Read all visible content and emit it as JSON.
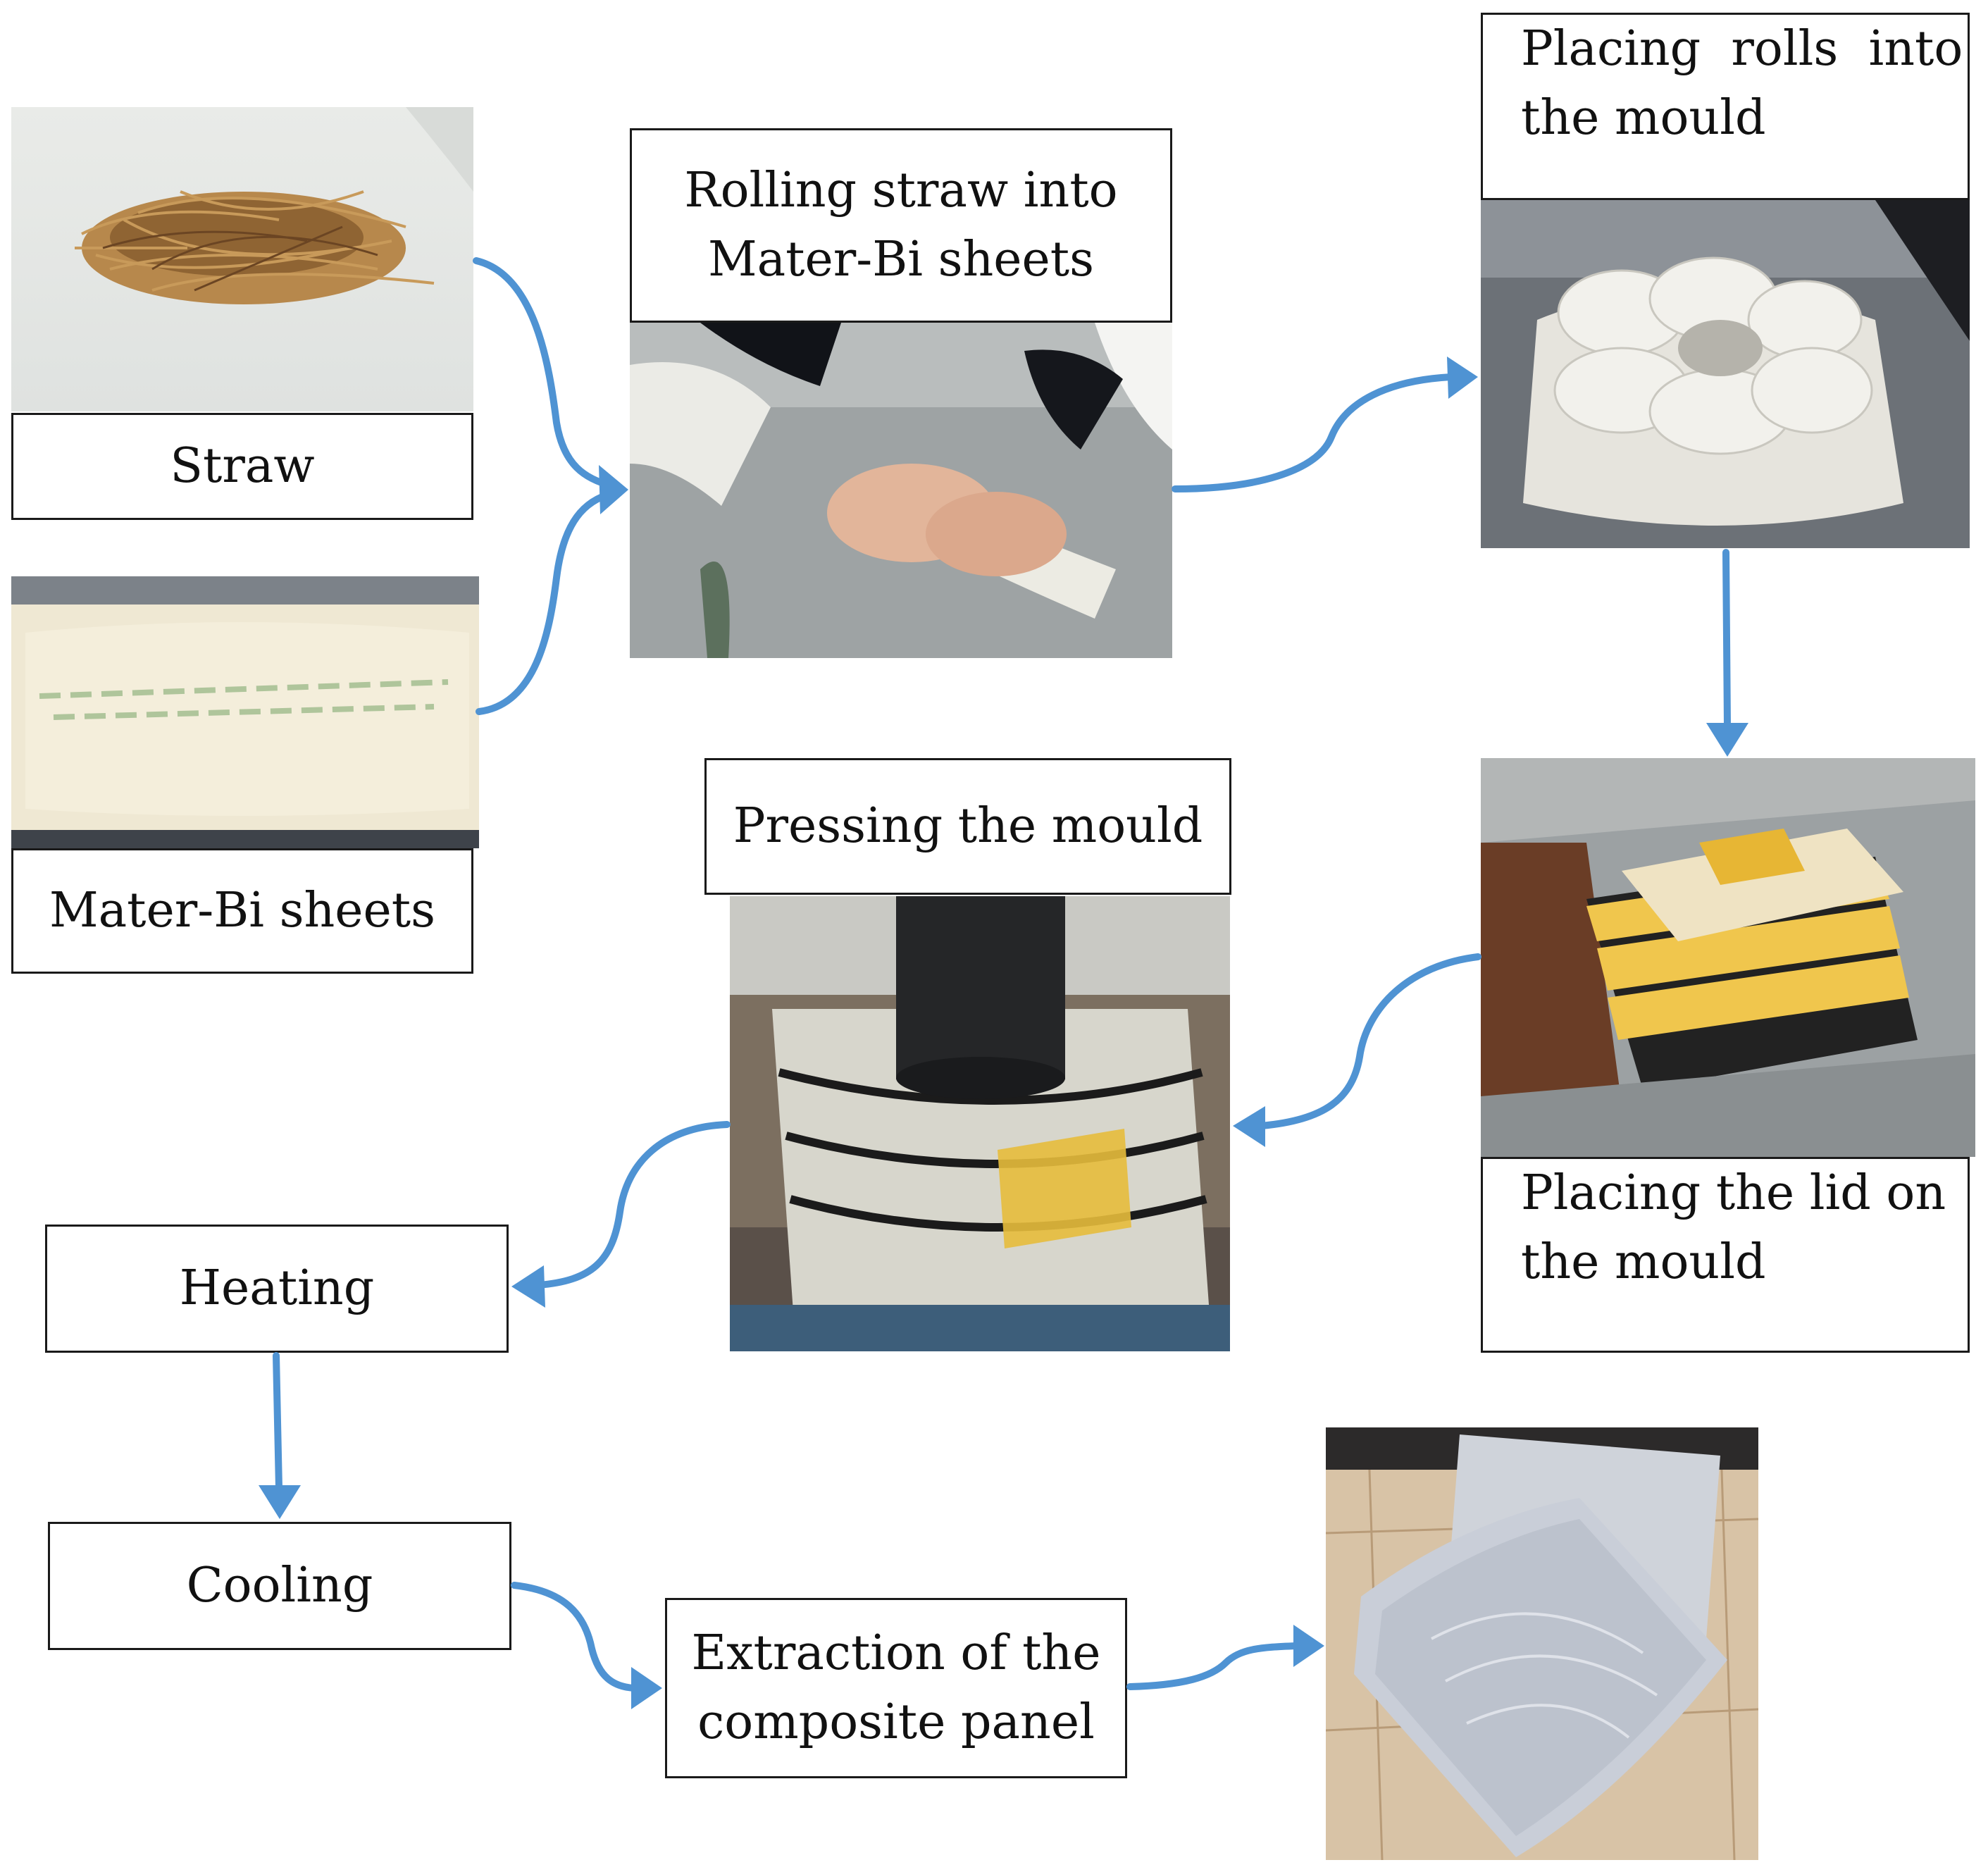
{
  "colors": {
    "arrow": "#4f93d3",
    "box_border": "#1a1a1a"
  },
  "steps": {
    "straw": "Straw",
    "mater_bi": "Mater-Bi sheets",
    "rolling_line1": "Rolling straw into",
    "rolling_line2": "Mater-Bi sheets",
    "placing_rolls_line1": "Placing  rolls  into",
    "placing_rolls_line2": "the mould",
    "placing_lid_line1": "Placing the lid on",
    "placing_lid_line2": "the mould",
    "pressing": "Pressing the mould",
    "heating": "Heating",
    "cooling": "Cooling",
    "extraction_line1": "Extraction of the",
    "extraction_line2": "composite panel"
  },
  "photos": [
    {
      "name": "straw-photo",
      "icon": "straw-photo"
    },
    {
      "name": "mater-bi-photo",
      "icon": "sheets-photo"
    },
    {
      "name": "rolling-photo",
      "icon": "hands-rolling-photo"
    },
    {
      "name": "rolls-in-mould-photo",
      "icon": "rolls-photo"
    },
    {
      "name": "lid-on-mould-photo",
      "icon": "mould-lid-photo"
    },
    {
      "name": "pressing-photo",
      "icon": "press-photo"
    },
    {
      "name": "panel-photo",
      "icon": "panel-photo"
    }
  ]
}
